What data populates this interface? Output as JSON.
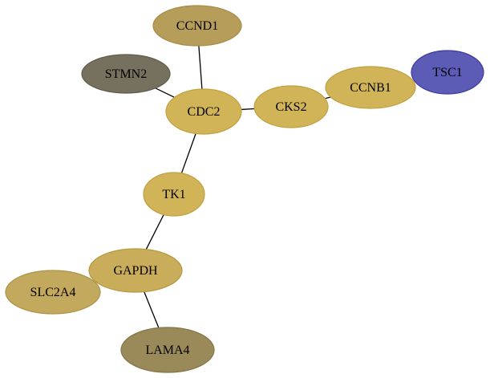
{
  "graph": {
    "nodes": [
      {
        "id": "CCND1",
        "label": "CCND1",
        "fill": "#b69e5a",
        "stroke": "#a58c45"
      },
      {
        "id": "STMN2",
        "label": "STMN2",
        "fill": "#76705f",
        "stroke": "#5f5a4b"
      },
      {
        "id": "CDC2",
        "label": "CDC2",
        "fill": "#d1b458",
        "stroke": "#c0a140"
      },
      {
        "id": "CKS2",
        "label": "CKS2",
        "fill": "#d1b458",
        "stroke": "#c0a140"
      },
      {
        "id": "CCNB1",
        "label": "CCNB1",
        "fill": "#d1b458",
        "stroke": "#c0a140"
      },
      {
        "id": "TSC1",
        "label": "TSC1",
        "fill": "#5c5bb5",
        "stroke": "#3c3b9c"
      },
      {
        "id": "TK1",
        "label": "TK1",
        "fill": "#d1b458",
        "stroke": "#c0a140"
      },
      {
        "id": "GAPDH",
        "label": "GAPDH",
        "fill": "#c9ad5a",
        "stroke": "#b59a42"
      },
      {
        "id": "SLC2A4",
        "label": "SLC2A4",
        "fill": "#c3a95e",
        "stroke": "#ad9449"
      },
      {
        "id": "LAMA4",
        "label": "LAMA4",
        "fill": "#9a8a5a",
        "stroke": "#847447"
      }
    ],
    "edges": [
      {
        "source": "CCND1",
        "target": "CDC2"
      },
      {
        "source": "STMN2",
        "target": "CDC2"
      },
      {
        "source": "CDC2",
        "target": "CKS2"
      },
      {
        "source": "CKS2",
        "target": "CCNB1"
      },
      {
        "source": "CDC2",
        "target": "TK1"
      },
      {
        "source": "TK1",
        "target": "GAPDH"
      },
      {
        "source": "GAPDH",
        "target": "LAMA4"
      }
    ]
  }
}
